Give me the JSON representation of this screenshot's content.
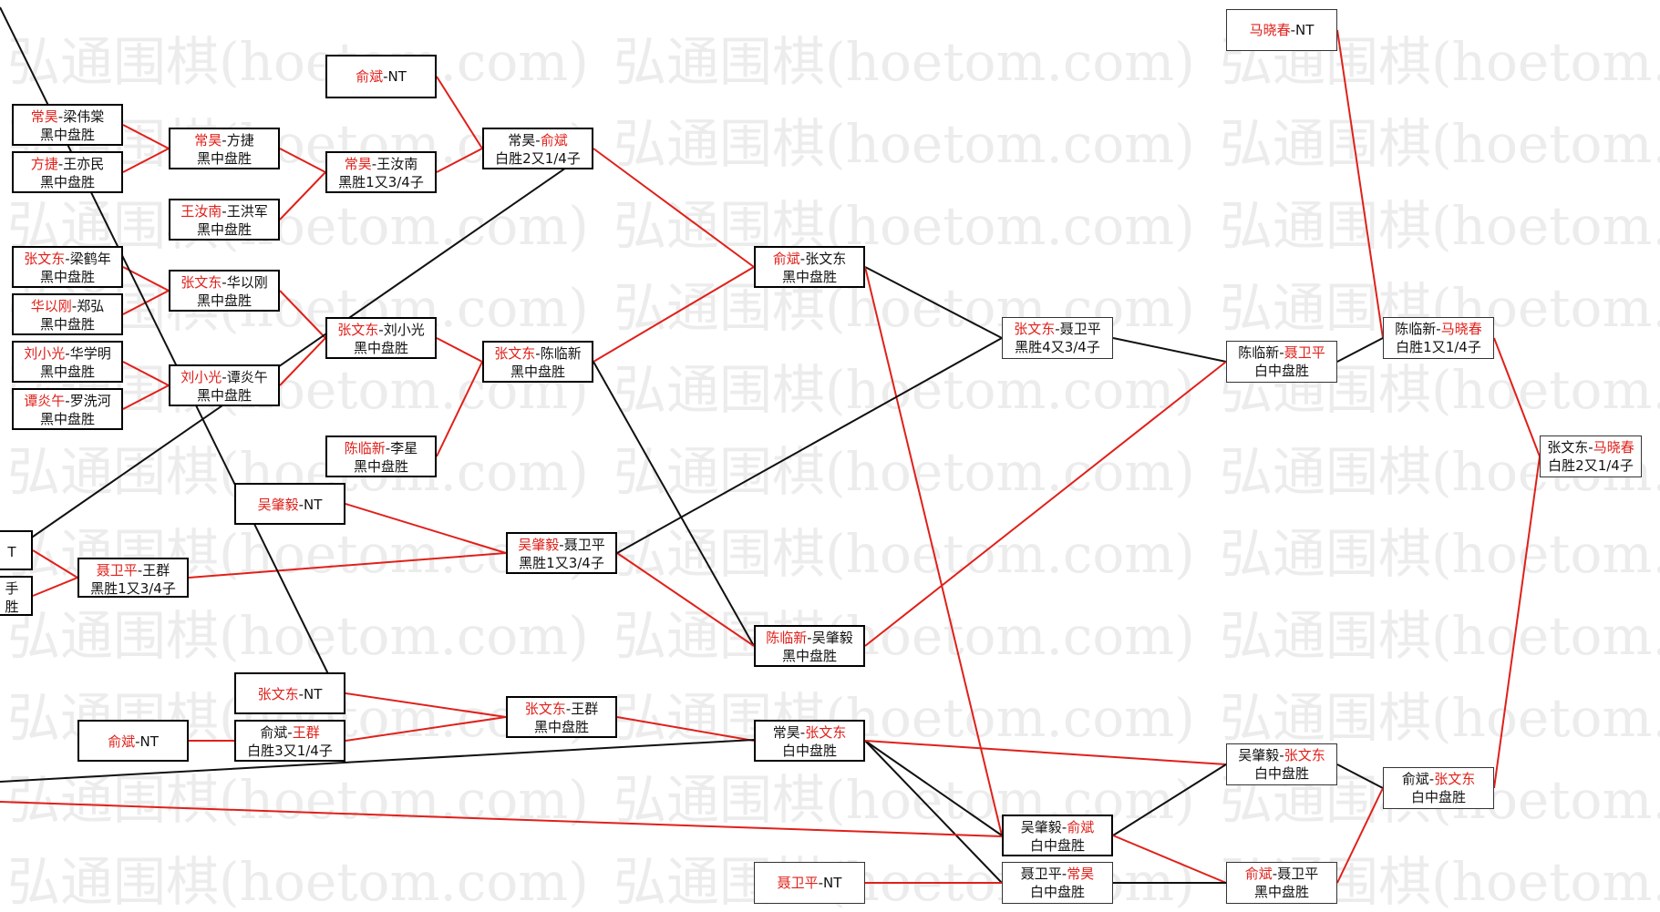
{
  "watermark": {
    "text": "弘通围棋(hoetom.com)"
  },
  "colors": {
    "win": "#e0201a",
    "loss": "#111111"
  },
  "matches": [
    {
      "id": "m1",
      "p1": "常昊",
      "sep": "-",
      "p2": "梁伟棠",
      "winner": 1,
      "result": "黑中盘胜"
    },
    {
      "id": "m2",
      "p1": "方捷",
      "sep": "-",
      "p2": "王亦民",
      "winner": 1,
      "result": "黑中盘胜"
    },
    {
      "id": "m3",
      "p1": "张文东",
      "sep": "-",
      "p2": "梁鹤年",
      "winner": 1,
      "result": "黑中盘胜"
    },
    {
      "id": "m4",
      "p1": "华以刚",
      "sep": "-",
      "p2": "郑弘",
      "winner": 1,
      "result": "黑中盘胜"
    },
    {
      "id": "m5",
      "p1": "刘小光",
      "sep": "-",
      "p2": "华学明",
      "winner": 1,
      "result": "黑中盘胜"
    },
    {
      "id": "m6",
      "p1": "谭炎午",
      "sep": "-",
      "p2": "罗洗河",
      "winner": 1,
      "result": "黑中盘胜"
    },
    {
      "id": "m7",
      "p1": "常昊",
      "sep": "-",
      "p2": "方捷",
      "winner": 1,
      "result": "黑中盘胜"
    },
    {
      "id": "m8",
      "p1": "王汝南",
      "sep": "-",
      "p2": "王洪军",
      "winner": 1,
      "result": "黑中盘胜"
    },
    {
      "id": "m9",
      "p1": "张文东",
      "sep": "-",
      "p2": "华以刚",
      "winner": 1,
      "result": "黑中盘胜"
    },
    {
      "id": "m10",
      "p1": "刘小光",
      "sep": "-",
      "p2": "谭炎午",
      "winner": 1,
      "result": "黑中盘胜"
    },
    {
      "id": "m11",
      "p1": "俞斌",
      "sep": "-",
      "p2": "NT",
      "winner": 1,
      "result": ""
    },
    {
      "id": "m12",
      "p1": "常昊",
      "sep": "-",
      "p2": "王汝南",
      "winner": 1,
      "result": "黑胜1又3/4子"
    },
    {
      "id": "m13",
      "p1": "张文东",
      "sep": "-",
      "p2": "刘小光",
      "winner": 1,
      "result": "黑中盘胜"
    },
    {
      "id": "m14",
      "p1": "陈临新",
      "sep": "-",
      "p2": "李星",
      "winner": 1,
      "result": "黑中盘胜"
    },
    {
      "id": "m15",
      "p1": "常昊",
      "sep": "-",
      "p2": "俞斌",
      "winner": 2,
      "result": "白胜2又1/4子"
    },
    {
      "id": "m16",
      "p1": "张文东",
      "sep": "-",
      "p2": "陈临新",
      "winner": 1,
      "result": "黑中盘胜"
    },
    {
      "id": "m17",
      "p1": "吴肇毅",
      "sep": "-",
      "p2": "NT",
      "winner": 1,
      "result": ""
    },
    {
      "id": "m18",
      "p1": "聂卫平",
      "sep": "-",
      "p2": "王群",
      "winner": 1,
      "result": "黑胜1又3/4子"
    },
    {
      "id": "m19",
      "p1": "吴肇毅",
      "sep": "-",
      "p2": "聂卫平",
      "winner": 1,
      "result": "黑胜1又3/4子"
    },
    {
      "id": "m20",
      "p1": "张文东",
      "sep": "-",
      "p2": "NT",
      "winner": 1,
      "result": ""
    },
    {
      "id": "m21",
      "p1": "俞斌",
      "sep": "-",
      "p2": "NT",
      "winner": 1,
      "result": ""
    },
    {
      "id": "m22",
      "p1": "俞斌",
      "sep": "-",
      "p2": "王群",
      "winner": 2,
      "result": "白胜3又1/4子"
    },
    {
      "id": "m23",
      "p1": "张文东",
      "sep": "-",
      "p2": "王群",
      "winner": 1,
      "result": "黑中盘胜"
    },
    {
      "id": "m24",
      "p1": "俞斌",
      "sep": "-",
      "p2": "张文东",
      "winner": 1,
      "result": "黑中盘胜"
    },
    {
      "id": "m25",
      "p1": "陈临新",
      "sep": "-",
      "p2": "吴肇毅",
      "winner": 1,
      "result": "黑中盘胜"
    },
    {
      "id": "m26",
      "p1": "常昊",
      "sep": "-",
      "p2": "张文东",
      "winner": 2,
      "result": "白中盘胜"
    },
    {
      "id": "m27",
      "p1": "张文东",
      "sep": "-",
      "p2": "聂卫平",
      "winner": 1,
      "result": "黑胜4又3/4子"
    },
    {
      "id": "m28",
      "p1": "吴肇毅",
      "sep": "-",
      "p2": "俞斌",
      "winner": 2,
      "result": "白中盘胜"
    },
    {
      "id": "m29",
      "p1": "聂卫平",
      "sep": "-",
      "p2": "NT",
      "winner": 1,
      "result": ""
    },
    {
      "id": "m30",
      "p1": "聂卫平",
      "sep": "-",
      "p2": "常昊",
      "winner": 2,
      "result": "白中盘胜"
    },
    {
      "id": "m31",
      "p1": "陈临新",
      "sep": "-",
      "p2": "聂卫平",
      "winner": 2,
      "result": "白中盘胜"
    },
    {
      "id": "m32",
      "p1": "吴肇毅",
      "sep": "-",
      "p2": "张文东",
      "winner": 2,
      "result": "白中盘胜"
    },
    {
      "id": "m33",
      "p1": "俞斌",
      "sep": "-",
      "p2": "聂卫平",
      "winner": 1,
      "result": "黑中盘胜"
    },
    {
      "id": "m34",
      "p1": "马晓春",
      "sep": "-",
      "p2": "NT",
      "winner": 1,
      "result": ""
    },
    {
      "id": "m35",
      "p1": "陈临新",
      "sep": "-",
      "p2": "马晓春",
      "winner": 2,
      "result": "白胜1又1/4子"
    },
    {
      "id": "m36",
      "p1": "俞斌",
      "sep": "-",
      "p2": "张文东",
      "winner": 2,
      "result": "白中盘胜"
    },
    {
      "id": "m37",
      "p1": "张文东",
      "sep": "-",
      "p2": "马晓春",
      "winner": 2,
      "result": "白胜2又1/4子"
    },
    {
      "id": "m38",
      "p1": "",
      "sep": "",
      "p2": "T",
      "winner": 0,
      "result": ""
    },
    {
      "id": "m39",
      "p1": "",
      "sep": "",
      "p2": "手",
      "winner": 0,
      "result": "胜"
    }
  ]
}
